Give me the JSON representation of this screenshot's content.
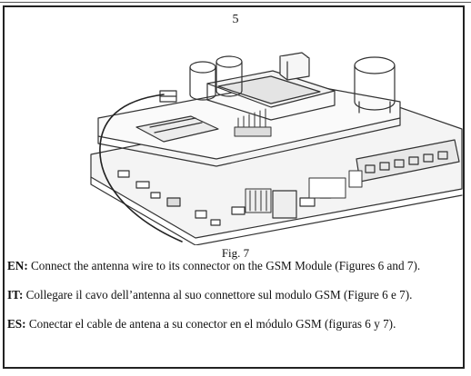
{
  "page": {
    "number": "5"
  },
  "figure": {
    "caption": "Fig. 7"
  },
  "instructions": [
    {
      "lang": "EN:",
      "text": " Connect the antenna wire to its connector on the GSM Module (Figures 6 and 7)."
    },
    {
      "lang": "IT:",
      "text": " Collegare il cavo dell’antenna al suo connettore sul modulo GSM (Figure 6 e 7)."
    },
    {
      "lang": "ES:",
      "text": " Conectar el cable de antena a su conector en el módulo GSM (figuras 6 y 7)."
    }
  ]
}
